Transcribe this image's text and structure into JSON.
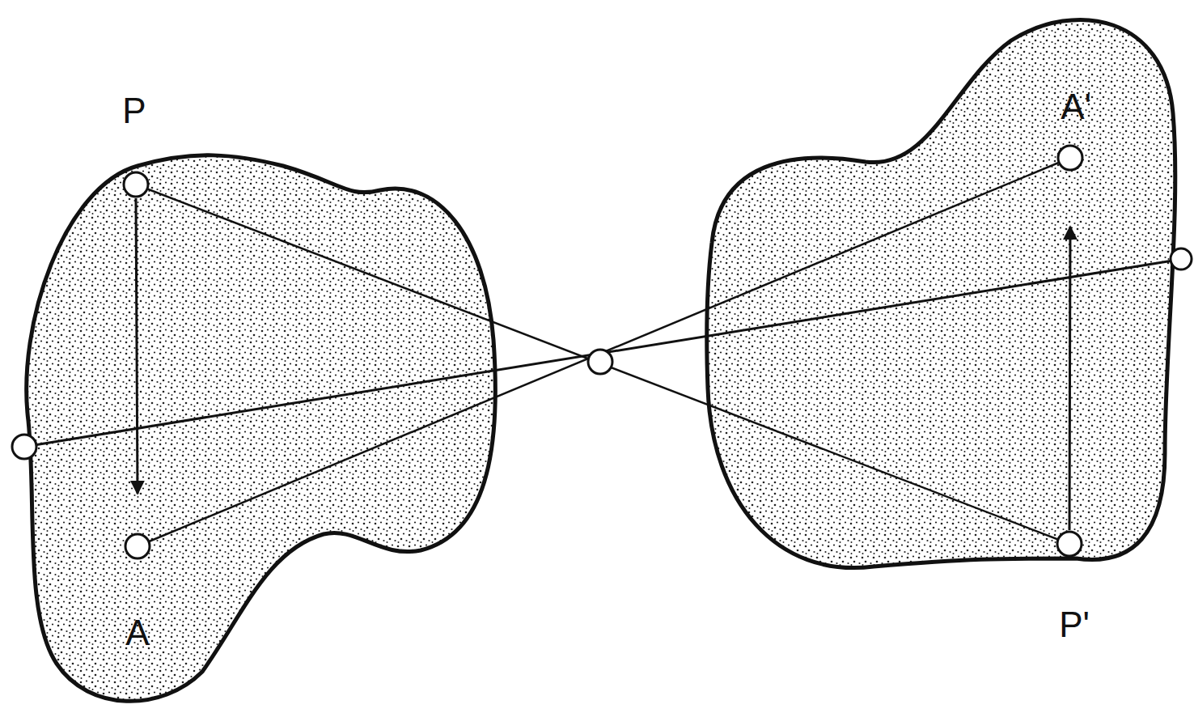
{
  "diagram": {
    "labels": [
      "P",
      "A",
      "A'",
      "P'"
    ]
  }
}
